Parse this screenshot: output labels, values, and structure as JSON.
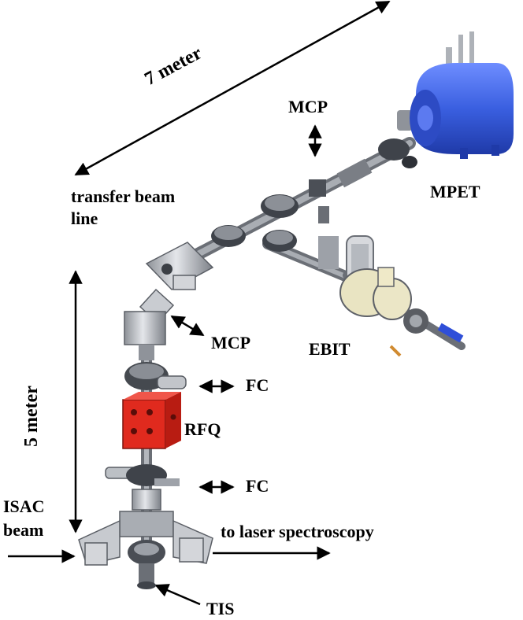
{
  "labels": {
    "dim_7": "7 meter",
    "dim_5": "5 meter",
    "transfer_1": "transfer beam",
    "transfer_2": "line",
    "mcp_top": "MCP",
    "mpet": "MPET",
    "mcp_mid": "MCP",
    "ebit": "EBIT",
    "fc_upper": "FC",
    "rfq": "RFQ",
    "fc_lower": "FC",
    "isac_1": "ISAC",
    "isac_2": "beam",
    "laser": "to laser spectroscopy",
    "tis": "TIS"
  },
  "colors": {
    "mpet_blue": "#3a5fe0",
    "rfq_red": "#e02a1e",
    "steel": "#b9bcc2",
    "steel_dark": "#3f434a",
    "ebit_cream": "#efe9c8"
  }
}
